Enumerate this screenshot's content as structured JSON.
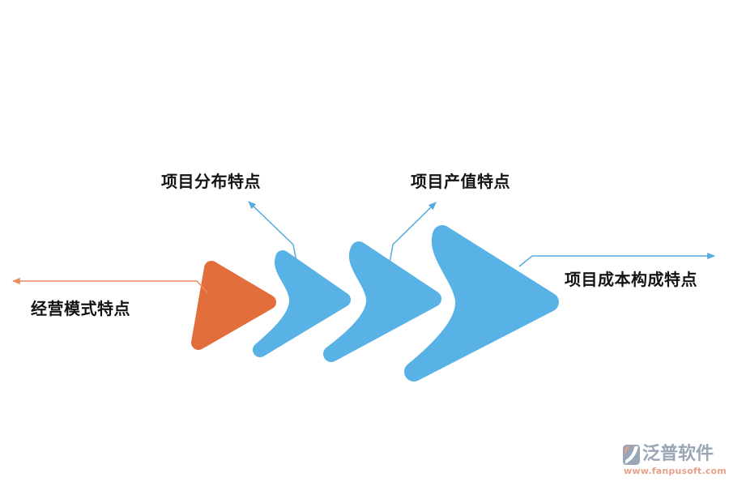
{
  "diagram": {
    "type": "chevron-process",
    "steps": [
      {
        "label": "经营模式特点",
        "color": "#E26E3C",
        "callout_side": "left"
      },
      {
        "label": "项目分布特点",
        "color": "#58B2E5",
        "callout_side": "top-left"
      },
      {
        "label": "项目产值特点",
        "color": "#58B2E5",
        "callout_side": "top-right"
      },
      {
        "label": "项目成本构成特点",
        "color": "#58B2E5",
        "callout_side": "right"
      }
    ],
    "colors": {
      "orange": "#E26E3C",
      "blue": "#58B2E5",
      "orange_line": "#EC8C63",
      "blue_line": "#58ABDF",
      "outline": "#FFFFFF",
      "text": "#141414"
    }
  },
  "watermark": {
    "brand": "泛普软件",
    "url": "www.fanpusoft.com",
    "brand_color": "#9AA5B5",
    "url_color": "#E9A08A"
  }
}
